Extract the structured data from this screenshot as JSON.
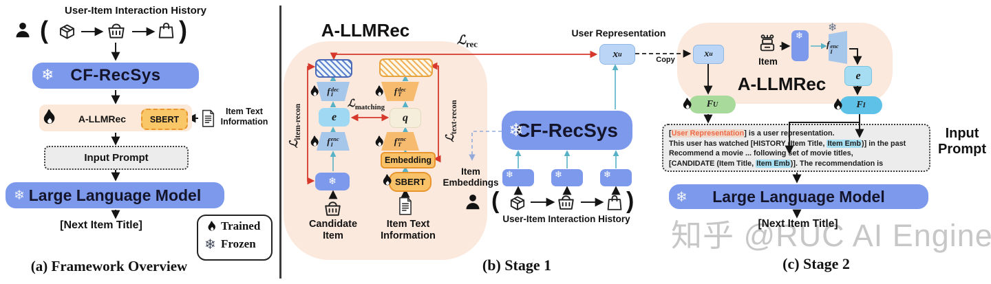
{
  "figure": {
    "panel_a": {
      "caption": "(a) Framework Overview",
      "history_title": "User-Item Interaction History",
      "paren_open": "(",
      "paren_close": ")",
      "cf_recsys": "CF-RecSys",
      "allmrec": "A-LLMRec",
      "sbert": "SBERT",
      "item_text_line1": "Item Text",
      "item_text_line2": "Information",
      "input_prompt": "Input Prompt",
      "llm": "Large Language Model",
      "next_item": "[Next Item Title]",
      "legend_trained": "Trained",
      "legend_frozen": "Frozen"
    },
    "panel_b": {
      "caption": "(b) Stage 1",
      "title": "A-LLMRec",
      "embedding": "Embedding",
      "sbert": "SBERT",
      "candidate_line1": "Candidate",
      "candidate_line2": "Item",
      "item_text_line1": "Item Text",
      "item_text_line2": "Information",
      "cf_recsys": "CF-RecSys",
      "item_emb_line1": "Item",
      "item_emb_line2": "Embeddings",
      "user_representation": "User Representation",
      "copy": "Copy",
      "history_title": "User-Item Interaction History",
      "paren_open": "(",
      "paren_close": ")"
    },
    "panel_c": {
      "caption": "(c) Stage 2",
      "title": "A-LLMRec",
      "item": "Item",
      "input_line1": "Input",
      "input_line2": "Prompt",
      "llm": "Large Language Model",
      "next_item": "[Next Item Title]",
      "watermark": "知乎 @RUC AI Engine",
      "prompt": {
        "l1_pre": "[",
        "l1_hl": "User Representation",
        "l1_post": "] is a user representation.",
        "l2_pre": "This user has watched [HISTORY (Item Title, ",
        "l2_hl": "Item Emb",
        "l2_post": ")] in the past",
        "l3": "Recommend a movie ... following set of movie titles,",
        "l4_pre": "[CANDIDATE (Item Title, ",
        "l4_hl": "Item Emb",
        "l4_post": ")]. The recommendation is"
      }
    },
    "math": {
      "loss": "ℒ",
      "rec": "rec",
      "matching": "matching",
      "item_recon": "item-recon",
      "text_recon": "text-recon",
      "f": "f",
      "sub_I": "I",
      "sub_T": "T",
      "sup_enc": "enc",
      "sup_dec": "dec",
      "e": "e",
      "q": "q",
      "x": "x",
      "sup_u": "u",
      "F": "F",
      "sub_U": "U"
    },
    "colors": {
      "box_blue": "#7d99ec",
      "panel_peach": "#fbe9dd",
      "orange": "#f9c268",
      "green_fu": "#a8db9b",
      "cyan_fi": "#5ec2e8",
      "light_blue_e": "#9fd8f2",
      "cream_q": "#f5eedb",
      "xu_blue": "#bad5f6",
      "red_arrow": "#d6392b",
      "teal_arrow": "#57b1c6",
      "prompt_highlight_text": "#ee6a47",
      "prompt_highlight_bg": "#a8e0f3",
      "watermark_gray": "#c7c7c7"
    }
  }
}
